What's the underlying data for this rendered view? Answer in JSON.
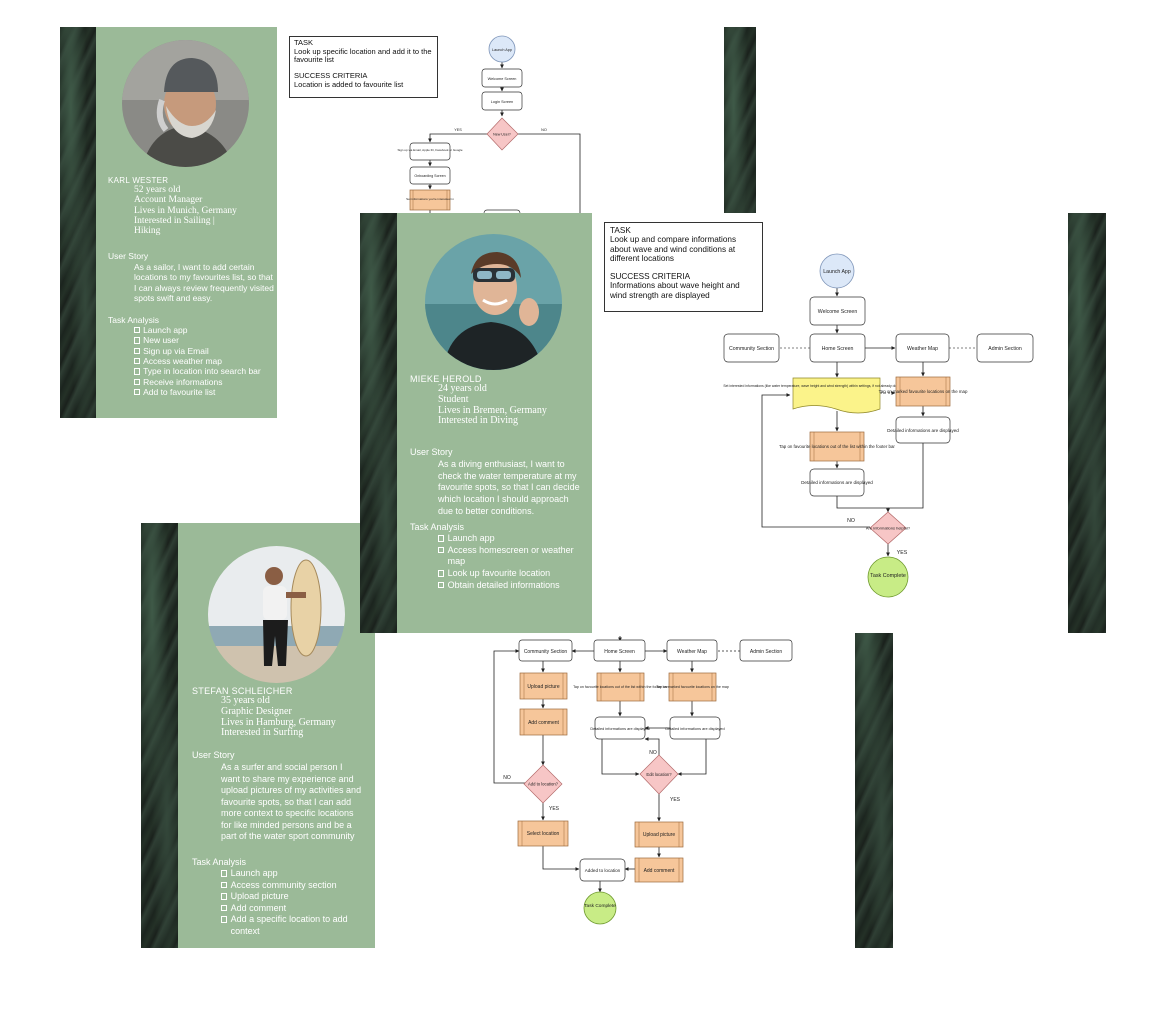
{
  "colors": {
    "panel": "#9bba98",
    "start_node": "#dce8f8",
    "process_node": "#f6c69a",
    "decision_node": "#f7c6c6",
    "note_node": "#fbf38a",
    "end_node": "#c8ec86"
  },
  "personas": [
    {
      "name": "KARL WESTER",
      "facts": [
        "52 years old",
        "Account Manager",
        "Lives in Munich, Germany",
        "Interested in Sailing |",
        "Hiking"
      ],
      "story_title": "User Story",
      "story": "As a sailor, I want to add certain locations to my favourites list, so that I can always review frequently visited spots swift and easy.",
      "tasks_title": "Task Analysis",
      "tasks": [
        "Launch app",
        "New user",
        "Sign up via Email",
        "Access weather map",
        "Type in location into search bar",
        "Receive informations",
        "Add to favourite list"
      ],
      "task_label": "TASK",
      "task": "Look up specific location and add it to the favourite list",
      "criteria_label": "SUCCESS CRITERIA",
      "criteria": "Location is added to favourite list"
    },
    {
      "name": "MIEKE HEROLD",
      "facts": [
        "24 years old",
        "Student",
        "Lives in Bremen, Germany",
        "Interested in Diving"
      ],
      "story_title": "User Story",
      "story": "As a diving enthusiast, I want to check the water temperature at my favourite spots, so that I can decide which location I should approach due to better conditions.",
      "tasks_title": "Task Analysis",
      "tasks": [
        "Launch app",
        "Access homescreen or weather map",
        "Look up favourite location",
        "Obtain detailed informations"
      ],
      "task_label": "TASK",
      "task": "Look up and compare informations about wave and wind conditions at different locations",
      "criteria_label": "SUCCESS CRITERIA",
      "criteria": "Informations about wave height and wind strength are displayed"
    },
    {
      "name": "STEFAN SCHLEICHER",
      "facts": [
        "35 years old",
        "Graphic Designer",
        "Lives in Hamburg, Germany",
        "Interested in Surfing"
      ],
      "story_title": "User Story",
      "story": "As a surfer and social person I want to share my experience and upload pictures of my activities and favourite spots, so that I can add more context to specific locations for like minded persons and be a part of the water sport community",
      "tasks_title": "Task Analysis",
      "tasks": [
        "Launch app",
        "Access community section",
        "Upload picture",
        "Add comment",
        "Add a specific location to add context"
      ]
    }
  ],
  "flow1": {
    "launch": "Launch App",
    "welcome": "Welcome Screen",
    "login": "Login Screen",
    "decision": "New User?",
    "yes": "YES",
    "no": "NO",
    "signup": "Sign up via Email, Apple ID, Facebook or Google",
    "onboarding": "Onboarding Screen",
    "interests": "Set informations you're interested in"
  },
  "flow2": {
    "launch": "Launch App",
    "welcome": "Welcome Screen",
    "community": "Community Section",
    "home": "Home Screen",
    "weather": "Weather Map",
    "admin": "Admin Section",
    "note": "Set interested informations (like water temperature, wave height and wind strength) within settings, if not already done while signing up for the first time",
    "tap_map": "Tap on marked favourite locations on the map",
    "tap_footer": "Tap on favourite locations out of the list within the footer bar",
    "details_right": "Detailed informations are displayed",
    "details_left": "Detailed informations are displayed",
    "decision": "Are informations helpful?",
    "no": "NO",
    "yes": "YES",
    "end": "Task Complete"
  },
  "flow3": {
    "community": "Community Section",
    "home": "Home Screen",
    "weather": "Weather Map",
    "admin": "Admin Section",
    "tap_footer": "Tap on favourite locations out of the list within the footer bar",
    "tap_map": "Tap on marked favourite locations on the map",
    "upload_left": "Upload picture",
    "comment_left": "Add comment",
    "details_mid": "Detailed informations are displayed",
    "details_right": "Detailed informations are displayed",
    "add_decision": "Add to location?",
    "edit_decision": "Edit location?",
    "no": "NO",
    "yes": "YES",
    "select": "Select location",
    "upload_right": "Upload picture",
    "comment_right": "Add comment",
    "added": "Added to location",
    "end": "Task Complete"
  }
}
